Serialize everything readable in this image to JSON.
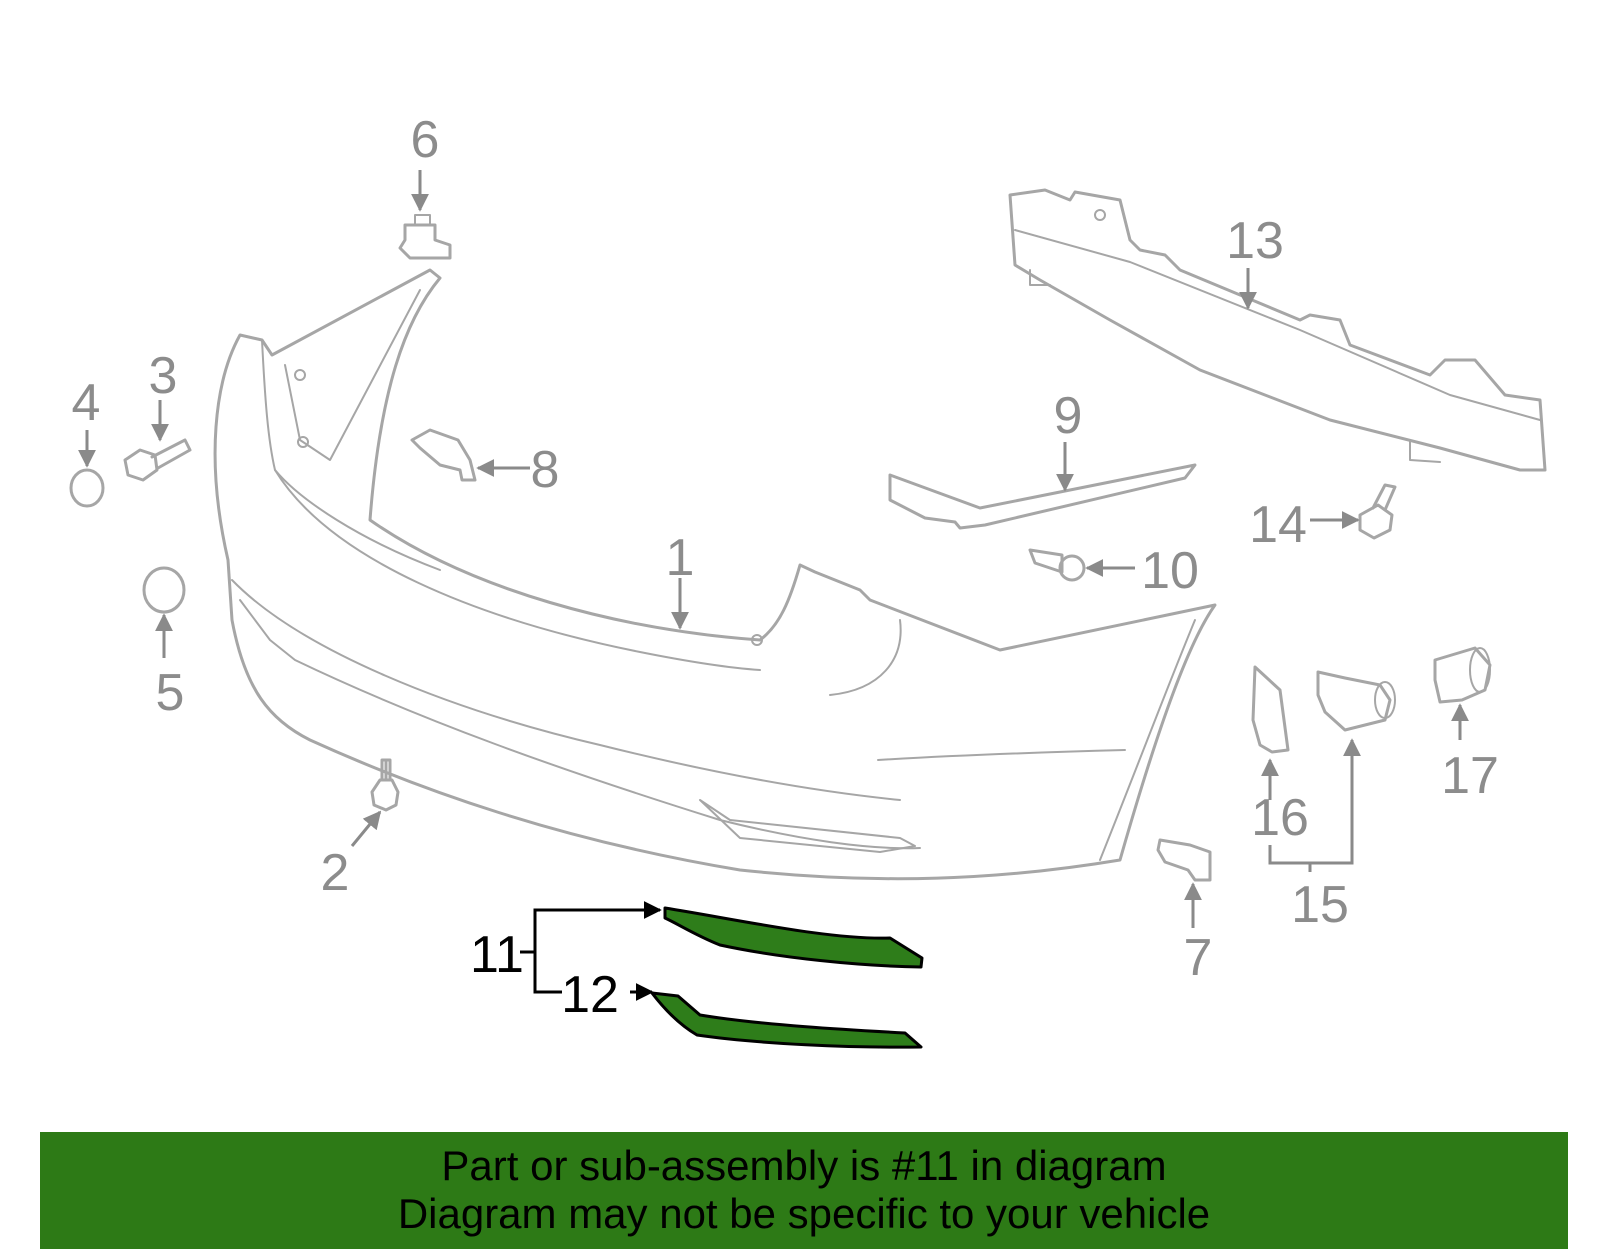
{
  "callouts": {
    "c1": "1",
    "c2": "2",
    "c3": "3",
    "c4": "4",
    "c5": "5",
    "c6": "6",
    "c7": "7",
    "c8": "8",
    "c9": "9",
    "c10": "10",
    "c11": "11",
    "c12": "12",
    "c13": "13",
    "c14": "14",
    "c15": "15",
    "c16": "16",
    "c17": "17"
  },
  "highlight_color": "#2e7d1a",
  "banner": {
    "background": "#2d7a16",
    "line1": "Part or sub-assembly is #11 in diagram",
    "line2": "Diagram may not be specific to your vehicle"
  }
}
